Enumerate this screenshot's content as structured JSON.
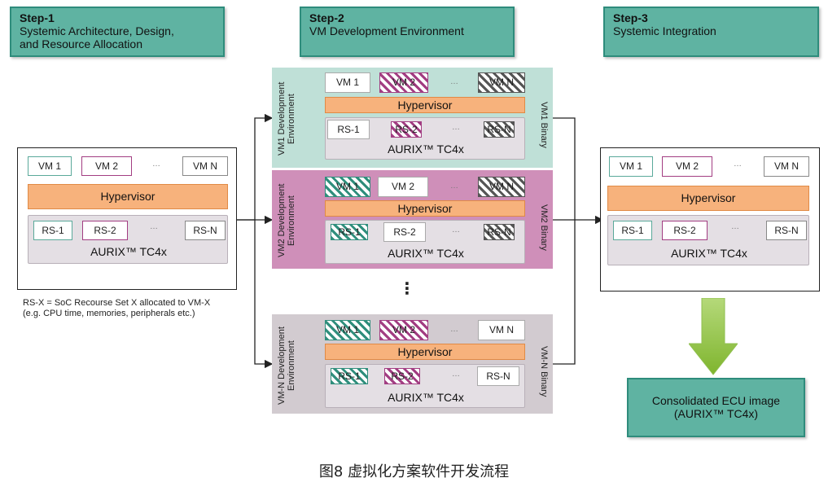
{
  "step1": {
    "title": "Step-1",
    "text1": "Systemic Architecture, Design,",
    "text2": "and Resource Allocation"
  },
  "step2": {
    "title": "Step-2",
    "text1": "VM Development Environment"
  },
  "step3": {
    "title": "Step-3",
    "text1": "Systemic Integration"
  },
  "common": {
    "vm1": "VM 1",
    "vm2": "VM 2",
    "vmn": "VM N",
    "rs1": "RS-1",
    "rs2": "RS-2",
    "rsn": "RS-N",
    "hypervisor": "Hypervisor",
    "chip": "AURIX™ TC4x",
    "dots": "…",
    "vdots": "⋮"
  },
  "env1": {
    "side_label_1": "VM1 Development",
    "side_label_2": "Environment",
    "binary": "VM1 Binary"
  },
  "env2": {
    "side_label_1": "VM2 Development",
    "side_label_2": "Environment",
    "binary": "VM2 Binary"
  },
  "envn": {
    "side_label_1": "VM-N Development",
    "side_label_2": "Environment",
    "binary": "VM-N Binary"
  },
  "note": {
    "line1": "RS-X = SoC Recourse Set X allocated to VM-X",
    "line2": "(e.g. CPU time, memories, peripherals etc.)"
  },
  "ecu": {
    "line1": "Consolidated ECU image",
    "line2": "(AURIX™ TC4x)"
  },
  "caption": "图8 虚拟化方案软件开发流程",
  "colors": {
    "step_bg": "#5fb3a2",
    "hypervisor": "#f7b27c",
    "env1": "#bfe0d7",
    "env2": "#cf8fb9",
    "envn": "#d2cbd0",
    "arrow": "#8cc63f"
  }
}
